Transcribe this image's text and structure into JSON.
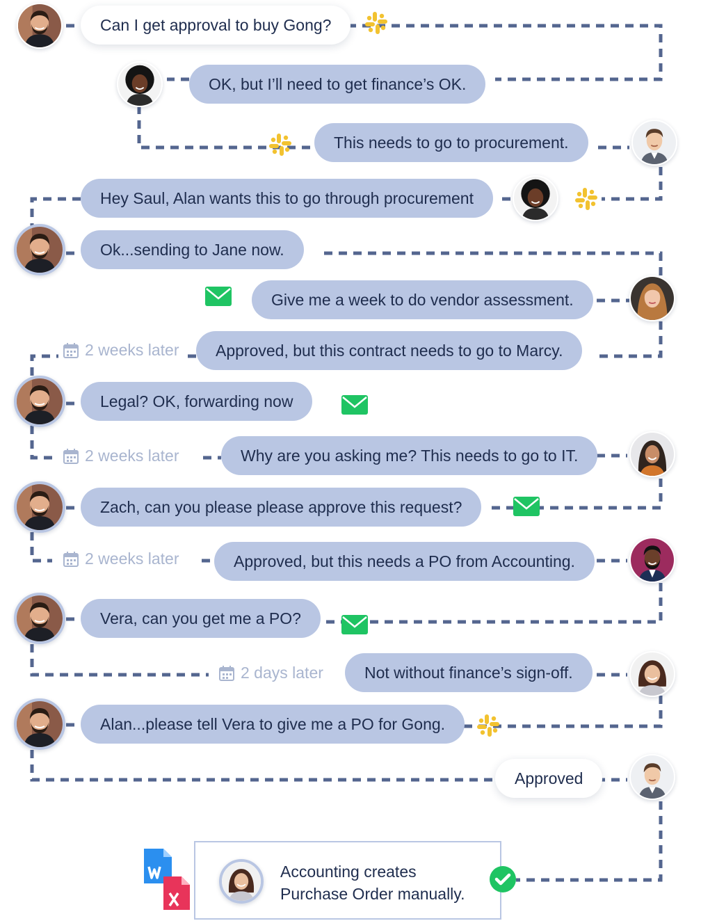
{
  "messages": {
    "m1": "Can I get approval to buy Gong?",
    "m2": "OK, but I’ll need to get finance’s OK.",
    "m3": "This needs to go to procurement.",
    "m4": "Hey Saul, Alan wants this to go through procurement",
    "m5": "Ok...sending to Jane now.",
    "m6": "Give me a week to do vendor assessment.",
    "m7": "Approved, but this contract needs to go to Marcy.",
    "m8": "Legal? OK, forwarding now",
    "m9": "Why are you asking me? This needs to go to IT.",
    "m10": "Zach, can you please please approve this request?",
    "m11": "Approved, but this needs a PO from Accounting.",
    "m12": "Vera, can you get me a PO?",
    "m13": "Not without finance’s sign-off.",
    "m14": "Alan...please tell Vera to give me a PO for Gong.",
    "m15": "Approved"
  },
  "delays": {
    "d1": "2 weeks later",
    "d2": "2 weeks later",
    "d3": "2 weeks later",
    "d4": "2 days later"
  },
  "final": {
    "line1": "Accounting creates",
    "line2": "Purchase Order manually."
  },
  "icons": {
    "slack": "slack-icon",
    "email": "email-icon",
    "calendar": "calendar-icon",
    "check": "check-icon",
    "word": "word-file-icon",
    "excel": "excel-file-icon"
  },
  "colors": {
    "bubble": "#b9c6e3",
    "line": "#54668f",
    "email": "#1fc463",
    "check": "#1fc463",
    "word": "#2b8fef",
    "excel": "#e8345a",
    "slack": "#f2c230"
  }
}
